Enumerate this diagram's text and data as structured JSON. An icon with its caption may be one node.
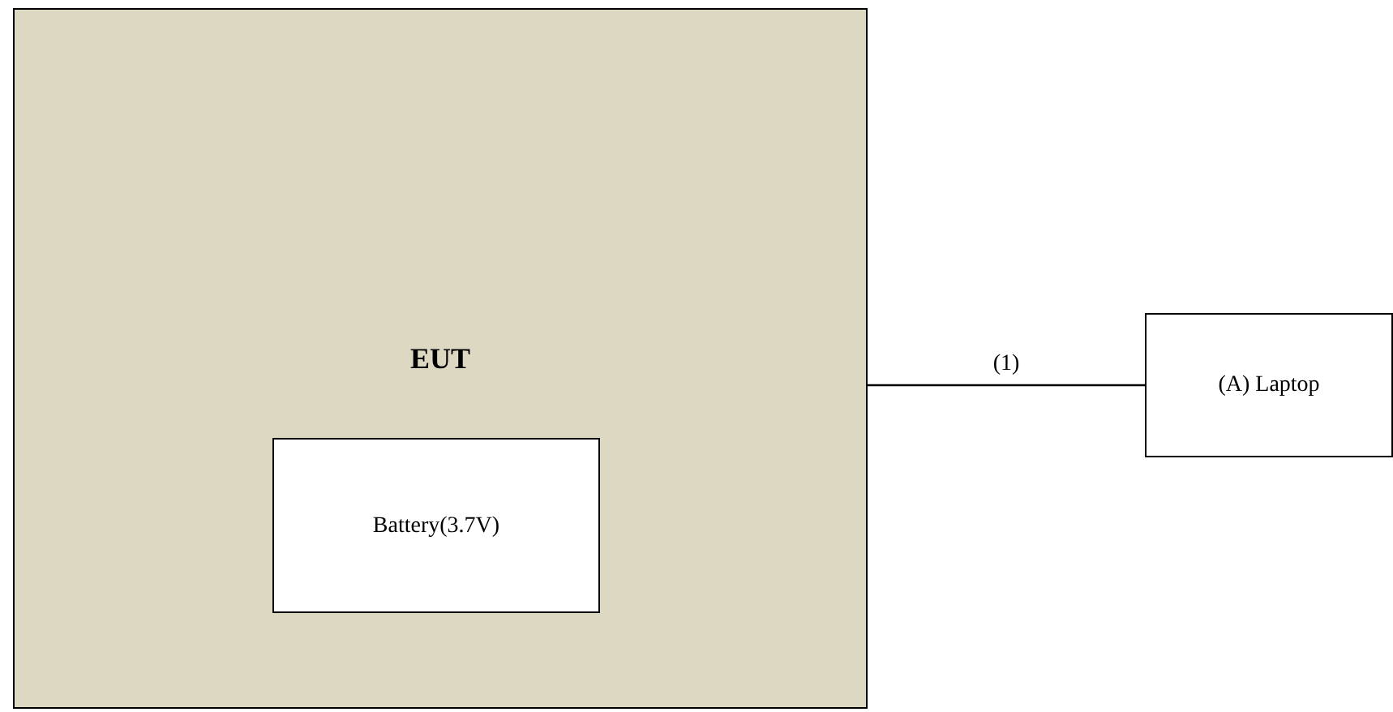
{
  "diagram": {
    "nodes": [
      {
        "text": [
          "EUT"
        ]
      },
      {
        "text": [
          "Battery(3.7V)"
        ],
        "in": 0
      },
      {
        "text": [
          "(A) Laptop"
        ]
      }
    ],
    "edges": [
      {
        "from": 0,
        "to": 2,
        "arrow": "none",
        "label": "(1)"
      }
    ]
  }
}
